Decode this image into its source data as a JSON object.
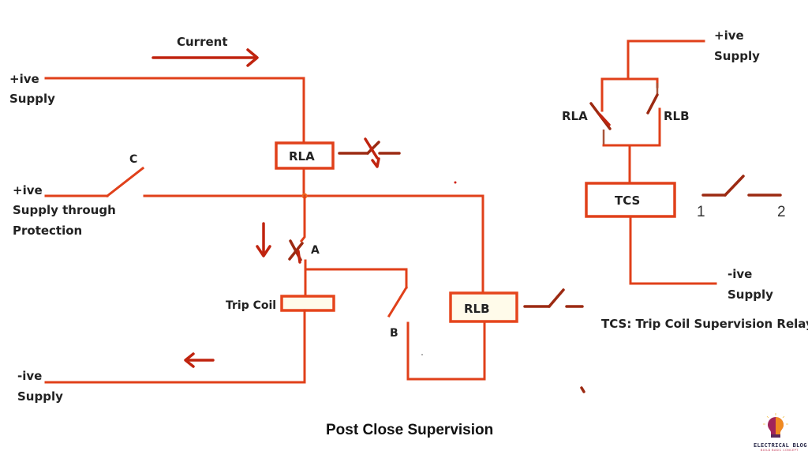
{
  "diagram": {
    "title": "Post Close Supervision",
    "current_label": "Current",
    "left_circuit": {
      "pos_supply": [
        "+ive",
        "Supply"
      ],
      "protection_supply": [
        "+ive",
        "Supply through",
        "Protection"
      ],
      "neg_supply": [
        "-ive",
        "Supply"
      ],
      "switch_c_label": "C",
      "contact_a_label": "A",
      "contact_b_label": "B",
      "relay_a": "RLA",
      "relay_b": "RLB",
      "trip_coil": "Trip Coil"
    },
    "right_circuit": {
      "pos_supply": [
        "+ive",
        "Supply"
      ],
      "neg_supply": [
        "-ive",
        "Supply"
      ],
      "contact_rla": "RLA",
      "contact_rlb": "RLB",
      "relay_tcs": "TCS",
      "terminal_1": "1",
      "terminal_2": "2",
      "legend": "TCS: Trip Coil Supervision Relay"
    },
    "colors": {
      "wire": "#e0401a",
      "contact": "#9c2a12",
      "arrow": "#c0240f"
    }
  },
  "logo": {
    "name": "ELECTRICAL BLOG",
    "tagline": "BUILD BASIC CONCEPT"
  }
}
